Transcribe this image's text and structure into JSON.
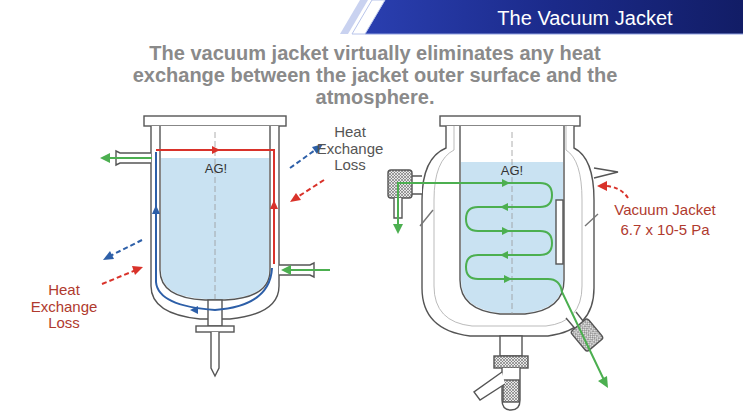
{
  "diagram": {
    "title": "The Vacuum Jacket",
    "caption": "The vacuum jacket virtually eliminates any heat exchange between the jacket outer surface and the atmosphere.",
    "labels": [
      "AG!",
      "Heat Exchange Loss",
      "Heat Exchange Loss",
      "AG!",
      "Vacuum Jacket",
      "6.7 x 10-5 Pa"
    ]
  }
}
